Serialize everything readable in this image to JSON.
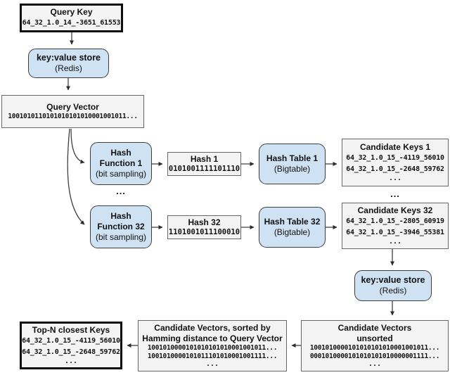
{
  "diagram": {
    "ellipsis": "...",
    "query_key": {
      "title": "Query Key",
      "key": "64_32_1.0_14_-3651_61553"
    },
    "kv_store_top": {
      "title": "key:value store",
      "subtitle": "(Redis)"
    },
    "query_vector": {
      "title": "Query Vector",
      "vector": "1001010110101010101010001001011..."
    },
    "hash_function_1": {
      "title": "Hash Function 1",
      "subtitle": "(bit sampling)"
    },
    "hash_1": {
      "title": "Hash 1",
      "value": "0101001111101110"
    },
    "hash_table_1": {
      "title": "Hash Table 1",
      "subtitle": "(Bigtable)"
    },
    "candidate_keys_1": {
      "title": "Candidate Keys 1",
      "keys": [
        "64_32_1.0_15_-4119_56010",
        "64_32_1.0_15_-2648_59762"
      ]
    },
    "hash_function_32": {
      "title": "Hash Function 32",
      "subtitle": "(bit sampling)"
    },
    "hash_32": {
      "title": "Hash 32",
      "value": "1101001011100010"
    },
    "hash_table_32": {
      "title": "Hash Table 32",
      "subtitle": "(Bigtable)"
    },
    "candidate_keys_32": {
      "title": "Candidate Keys 32",
      "keys": [
        "64_32_1.0_15_-2805_60919",
        "64_32_1.0_15_-3946_55381"
      ]
    },
    "kv_store_bottom": {
      "title": "key:value store",
      "subtitle": "(Redis)"
    },
    "candidate_vectors_unsorted": {
      "title": "Candidate Vectors",
      "subtitle": "unsorted",
      "vectors": [
        "1001010000101010101010001001011...",
        "0001010000101010101010000001111..."
      ]
    },
    "candidate_vectors_sorted": {
      "title": "Candidate Vectors, sorted by Hamming distance to Query Vector",
      "vectors": [
        "1001010000101010101010001001011...",
        "1001010000101011101010001001111..."
      ]
    },
    "top_n": {
      "title": "Top-N closest Keys",
      "keys": [
        "64_32_1.0_15_-4119_56010",
        "64_32_1.0_15_-2648_59762"
      ]
    }
  }
}
